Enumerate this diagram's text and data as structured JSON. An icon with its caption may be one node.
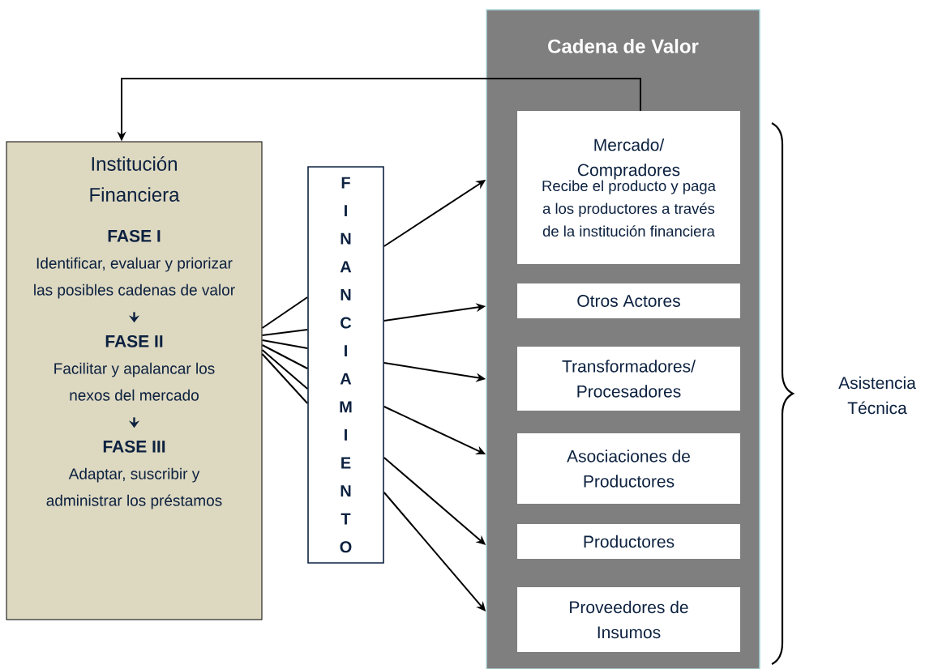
{
  "diagram": {
    "nodes": [
      {
        "text": [
          "Institución Financiera",
          "FASE I",
          "Identificar, evaluar y priorizar las posibles cadenas de valor",
          "FASE II",
          "Facilitar y apalancar los nexos del mercado",
          "FASE III",
          "Adaptar, suscribir y administrar los préstamos"
        ]
      },
      {
        "text": [
          "FINANCIAMIENTO"
        ]
      },
      {
        "text": [
          "Cadena de Valor"
        ]
      },
      {
        "text": [
          "Mercado/ Compradores",
          "Recibe el producto y paga a los productores a través de la institución financiera"
        ],
        "in": 2
      },
      {
        "text": [
          "Otros Actores"
        ],
        "in": 2
      },
      {
        "text": [
          "Transformadores/ Procesadores"
        ],
        "in": 2
      },
      {
        "text": [
          "Asociaciones de Productores"
        ],
        "in": 2
      },
      {
        "text": [
          "Productores"
        ],
        "in": 2
      },
      {
        "text": [
          "Proveedores de Insumos"
        ],
        "in": 2
      }
    ],
    "edges": [
      {
        "from": 3,
        "to": 0,
        "arrow": "to"
      },
      {
        "from": 0,
        "to": 1,
        "arrow": "none"
      },
      {
        "from": 0,
        "to": 1,
        "arrow": "none"
      },
      {
        "from": 0,
        "to": 1,
        "arrow": "none"
      },
      {
        "from": 0,
        "to": 1,
        "arrow": "none"
      },
      {
        "from": 0,
        "to": 1,
        "arrow": "none"
      },
      {
        "from": 0,
        "to": 1,
        "arrow": "none"
      },
      {
        "from": 1,
        "to": 2,
        "arrow": "to"
      },
      {
        "from": 1,
        "to": 2,
        "arrow": "to"
      },
      {
        "from": 1,
        "to": 2,
        "arrow": "to"
      },
      {
        "from": 1,
        "to": 2,
        "arrow": "to"
      },
      {
        "from": 1,
        "to": 2,
        "arrow": "to"
      },
      {
        "from": 1,
        "to": 2,
        "arrow": "to"
      }
    ],
    "labels": [
      "Asistencia Técnica"
    ]
  }
}
